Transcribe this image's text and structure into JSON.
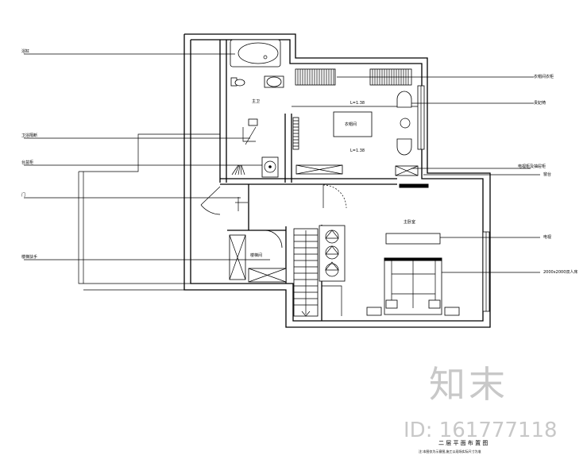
{
  "left_callouts": [
    {
      "id": "bathtub",
      "text": "浴缸"
    },
    {
      "id": "toilet-screen",
      "text": "卫浴隔断"
    },
    {
      "id": "basin",
      "text": "台盆柜"
    },
    {
      "id": "door",
      "text": "门"
    },
    {
      "id": "stair-railing",
      "text": "楼梯扶手"
    }
  ],
  "right_callouts": [
    {
      "id": "wardrobe",
      "text": "衣帽间衣柜"
    },
    {
      "id": "chaise",
      "text": "贵妃椅"
    },
    {
      "id": "cabinet",
      "text": "电视柜及抽屉柜"
    },
    {
      "id": "window-r",
      "text": "窗台"
    },
    {
      "id": "tv",
      "text": "电视"
    },
    {
      "id": "bed",
      "text": "2000x2000双人床"
    }
  ],
  "rooms": {
    "bath": "主卫",
    "dressing": "衣帽间",
    "bedroom": "主卧室",
    "stair": "楼梯间",
    "tag1": "L=1.38",
    "tag2": "L=1.38"
  },
  "footer": {
    "title": "二 层 平 面 布 置 图",
    "subtitle": "注:本图仅为示意图,施工以现场实际尺寸为准"
  },
  "watermark": {
    "logo": "知末",
    "id": "ID: 161777118"
  }
}
